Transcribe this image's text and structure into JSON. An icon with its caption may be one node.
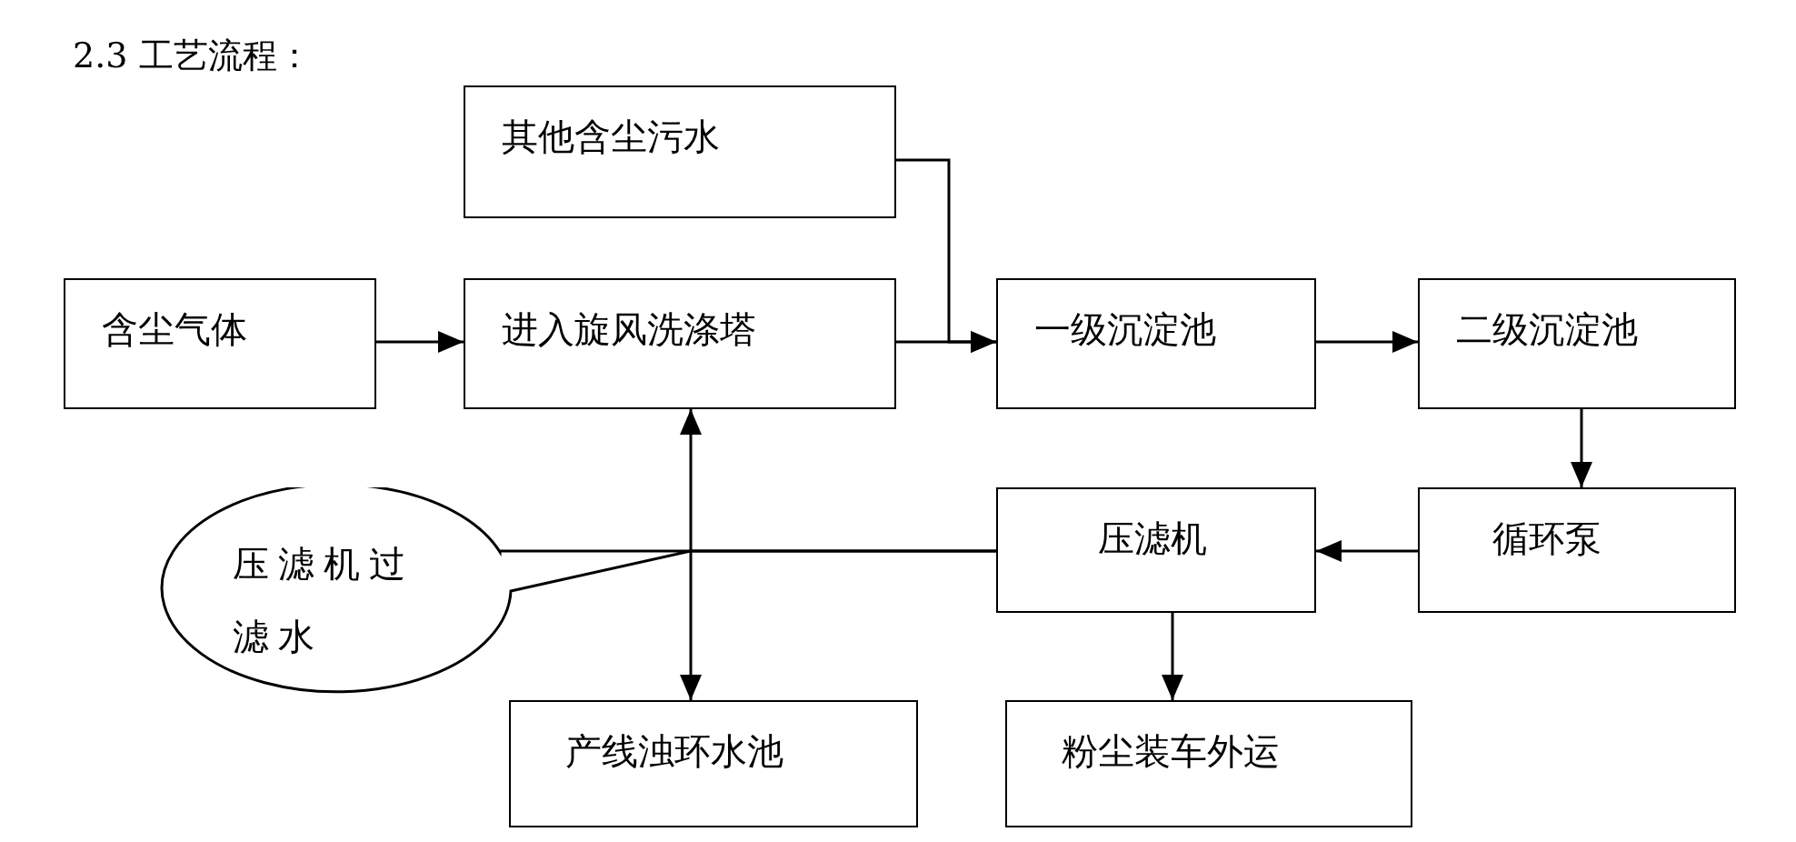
{
  "diagram": {
    "title": "2.3 工艺流程：",
    "nodes": [
      {
        "text": [
          "其他含尘污水"
        ]
      },
      {
        "text": [
          "含尘气体"
        ]
      },
      {
        "text": [
          "进入旋风洗涤塔"
        ]
      },
      {
        "text": [
          "一级沉淀池"
        ]
      },
      {
        "text": [
          "二级沉淀池"
        ]
      },
      {
        "text": [
          "压滤机"
        ]
      },
      {
        "text": [
          "循环泵"
        ]
      },
      {
        "text": [
          "压滤机过滤水"
        ]
      },
      {
        "text": [
          "产线浊环水池"
        ]
      },
      {
        "text": [
          "粉尘装车外运"
        ]
      }
    ],
    "edges": [
      {
        "from": 0,
        "to": 3,
        "arrow": "to"
      },
      {
        "from": 1,
        "to": 2,
        "arrow": "to"
      },
      {
        "from": 2,
        "to": 3,
        "arrow": "to"
      },
      {
        "from": 3,
        "to": 4,
        "arrow": "to"
      },
      {
        "from": 4,
        "to": 6,
        "arrow": "to"
      },
      {
        "from": 6,
        "to": 5,
        "arrow": "to"
      },
      {
        "from": 5,
        "to": 9,
        "arrow": "to"
      },
      {
        "from": 5,
        "to": 2,
        "arrow": "to"
      },
      {
        "from": 5,
        "to": 8,
        "arrow": "to"
      }
    ]
  }
}
